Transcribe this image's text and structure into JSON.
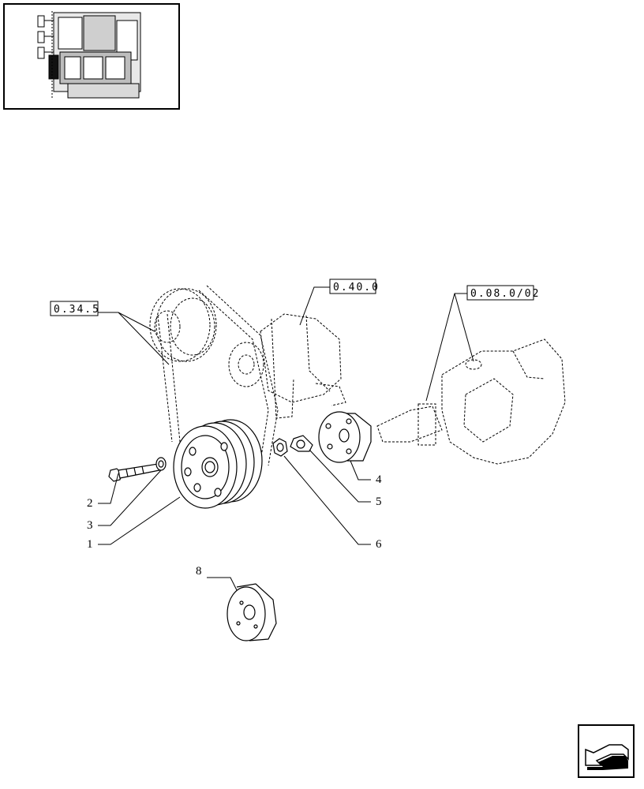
{
  "thumbnail": {
    "icon": "engine-thumbnail-icon"
  },
  "references": {
    "belt_group": "0.34.5",
    "alternator_group": "0.40.0",
    "crankshaft_group": "0.08.0/02"
  },
  "callouts": {
    "c1": "1",
    "c2": "2",
    "c3": "3",
    "c4": "4",
    "c5": "5",
    "c6": "6",
    "c8": "8"
  },
  "navigation": {
    "icon": "next-page-arrow-icon"
  }
}
